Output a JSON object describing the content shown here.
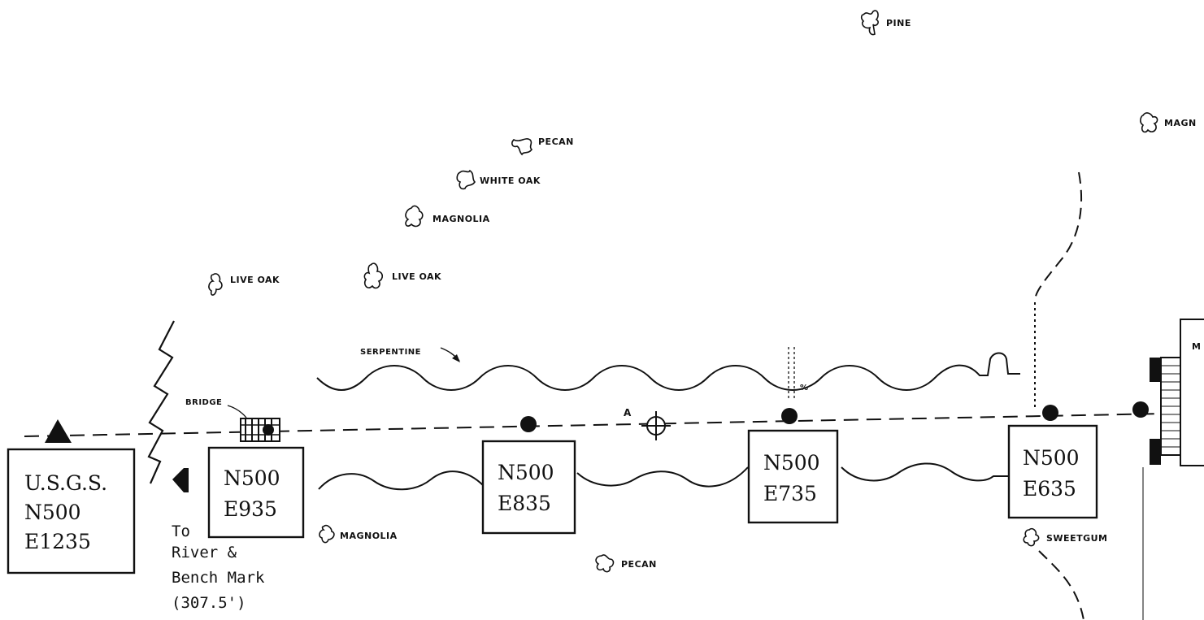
{
  "trees": [
    {
      "label": "PINE",
      "icon": "pine-tree-icon"
    },
    {
      "label": "MAGN",
      "icon": "magnolia-tree-icon"
    },
    {
      "label": "PECAN",
      "icon": "pecan-tree-icon"
    },
    {
      "label": "WHITE OAK",
      "icon": "white-oak-tree-icon"
    },
    {
      "label": "MAGNOLIA",
      "icon": "magnolia-tree-icon"
    },
    {
      "label": "LIVE OAK",
      "icon": "live-oak-tree-icon"
    },
    {
      "label": "LIVE OAK",
      "icon": "live-oak-tree-icon"
    },
    {
      "label": "MAGNOLIA",
      "icon": "magnolia-tree-icon"
    },
    {
      "label": "PECAN",
      "icon": "pecan-tree-icon"
    },
    {
      "label": "SWEETGUM",
      "icon": "sweetgum-tree-icon"
    }
  ],
  "features": {
    "serpentine": "SERPENTINE",
    "bridge": "BRIDGE",
    "point_a": "A",
    "slope_mark": "%",
    "building_letter": "M"
  },
  "stations": [
    {
      "line1": "U.S.G.S.",
      "line2": "N500",
      "line3": "E1235"
    },
    {
      "line1": "N500",
      "line2": "E935"
    },
    {
      "line1": "N500",
      "line2": "E835"
    },
    {
      "line1": "N500",
      "line2": "E735"
    },
    {
      "line1": "N500",
      "line2": "E635"
    }
  ],
  "directions": {
    "line1": "To",
    "line2": "River &",
    "line3": "Bench Mark",
    "line4": "(307.5')"
  }
}
